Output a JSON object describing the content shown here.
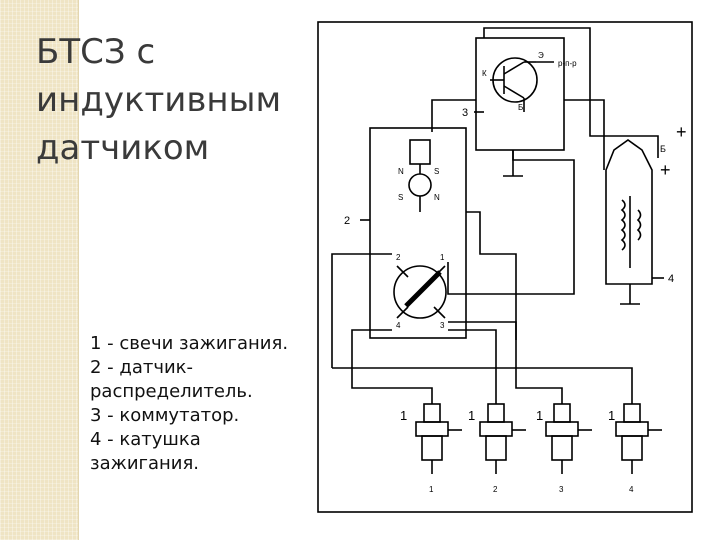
{
  "slide": {
    "title_lines": [
      "БТСЗ с",
      "индуктивным",
      "датчиком"
    ]
  },
  "legend": {
    "lines": [
      "1 - свечи зажигания.",
      "2 - датчик-",
      "распределитель.",
      "3 - коммутатор.",
      "4 - катушка",
      "зажигания."
    ]
  },
  "diagram": {
    "labels": {
      "sensor_distributor": "2",
      "commutator": "3",
      "coil": "4",
      "plus_top": "+",
      "plus_coil": "+",
      "terminal_b": "Б",
      "transistor_type": "р-п-р",
      "transistor_e": "Э",
      "transistor_k": "К",
      "transistor_b": "Б",
      "pole_n_top": "N",
      "pole_s_top": "S",
      "pole_s_bottom": "S",
      "pole_n_bottom": "N",
      "dist_2": "2",
      "dist_1": "1",
      "dist_4": "4",
      "dist_3": "3"
    },
    "spark_plugs": [
      {
        "label": "1",
        "number": "1"
      },
      {
        "label": "1",
        "number": "2"
      },
      {
        "label": "1",
        "number": "3"
      },
      {
        "label": "1",
        "number": "4"
      }
    ]
  }
}
